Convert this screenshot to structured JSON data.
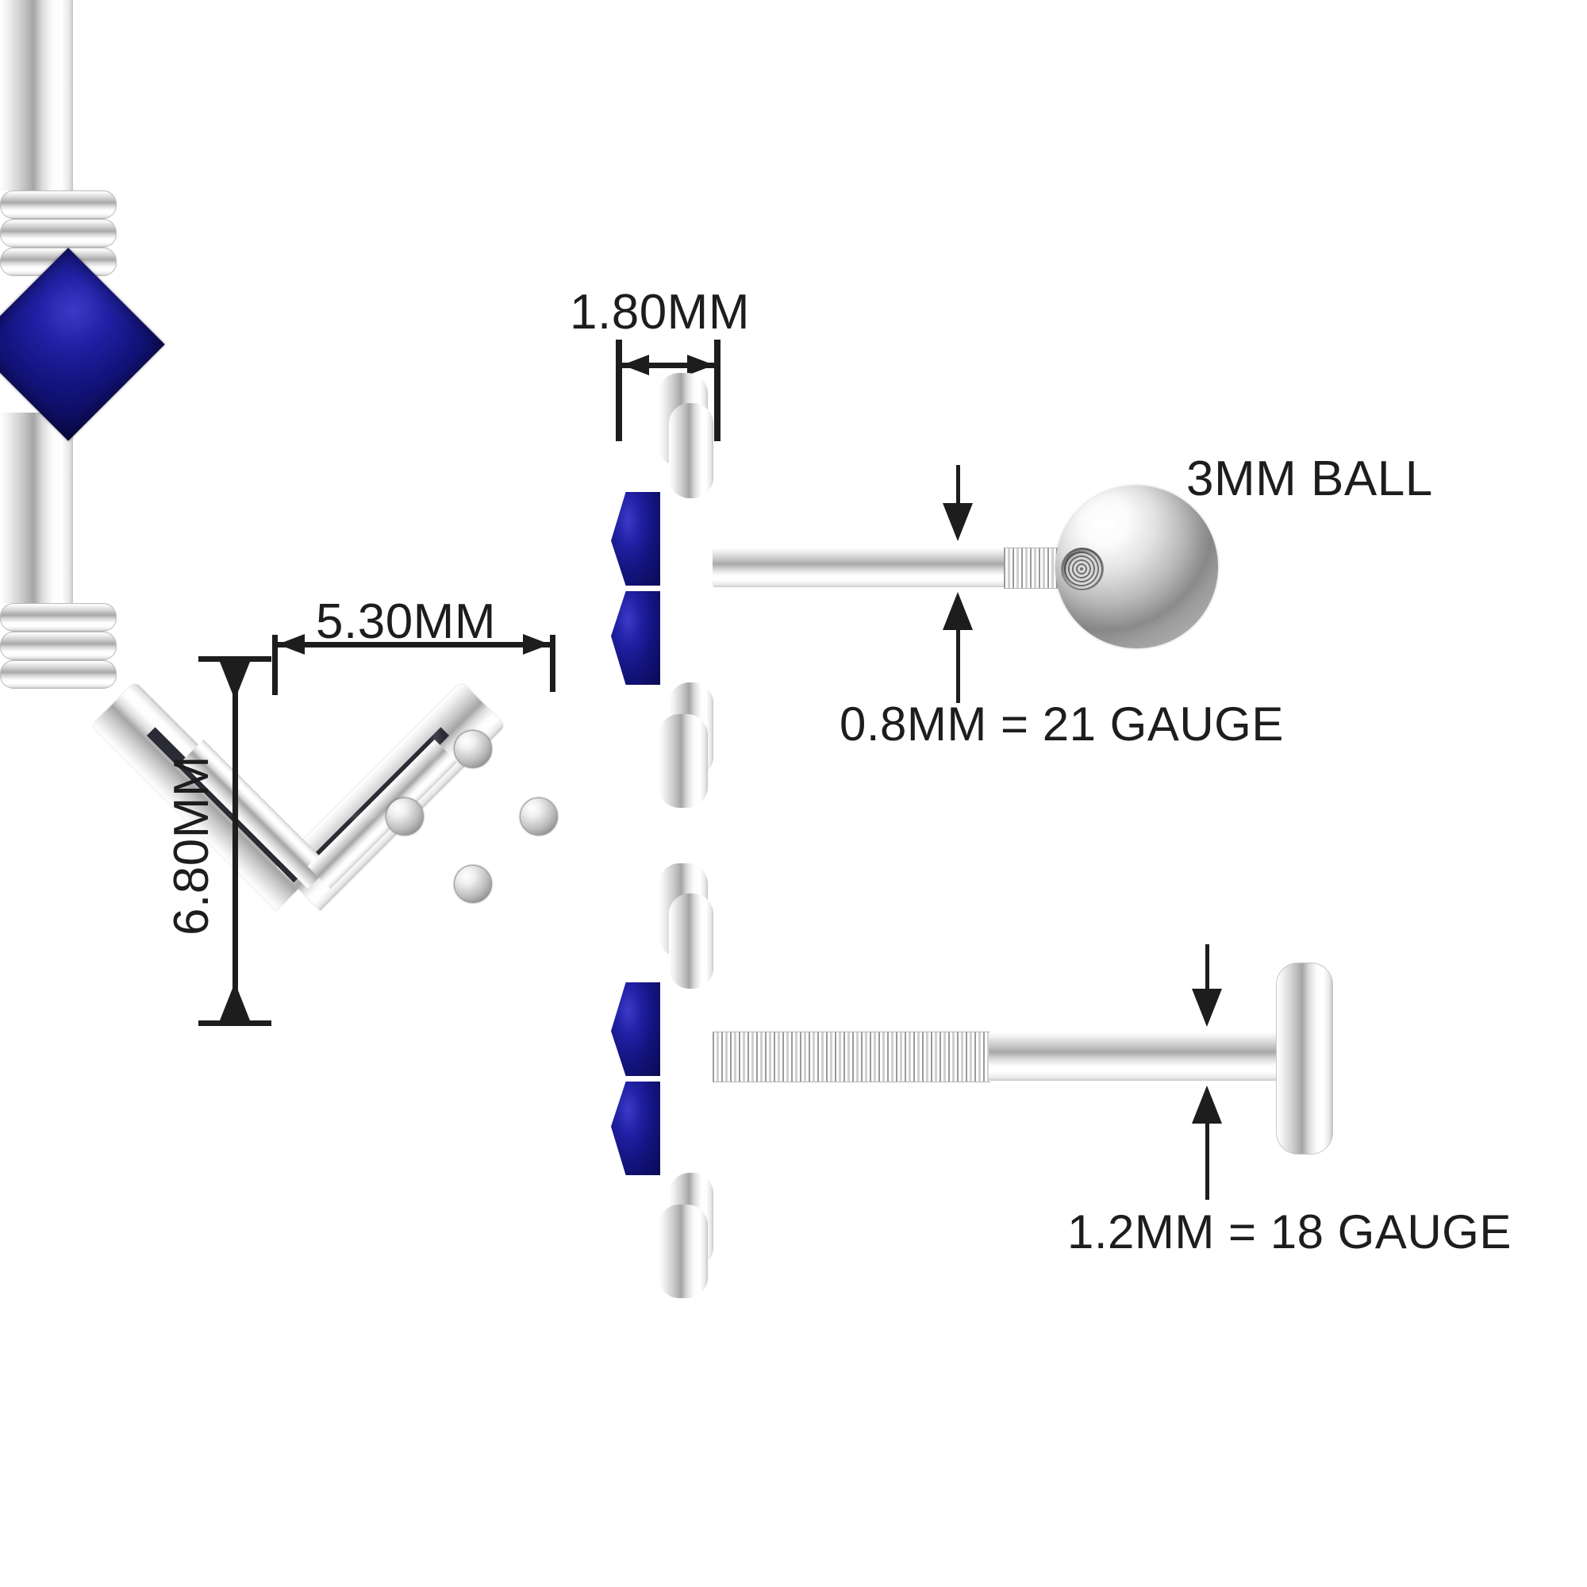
{
  "diagram": {
    "title": "Chevron Princess-Cut Blue Sapphire Stud Earring Specification",
    "background_color": "#ffffff",
    "metal_color": "#c8c8c8",
    "gem_color": "#141480",
    "line_color": "#1d1d1d"
  },
  "labels": {
    "top_width": "1.80MM",
    "ball": "3MM BALL",
    "post_gauge_top": "0.8MM = 21 GAUGE",
    "front_width": "5.30MM",
    "front_height": "6.80MM",
    "post_gauge_bottom": "1.2MM = 18 GAUGE"
  },
  "views": {
    "front": {
      "name": "chevron-front-view",
      "description": "Chevron V-shaped frame with square princess-cut blue sapphire in four prongs",
      "width_label": "5.30MM",
      "height_label": "6.80MM",
      "prong_count": 4
    },
    "side_ball": {
      "name": "side-view-ball-back",
      "description": "Side profile of stud with threaded post and screw-on ball back",
      "thickness_label": "1.80MM",
      "post_label": "0.8MM = 21 GAUGE",
      "back_label": "3MM BALL"
    },
    "side_flatback": {
      "name": "side-view-flat-back",
      "description": "Side profile of labret stud with threaded bar and flat disc back",
      "post_label": "1.2MM = 18 GAUGE"
    }
  },
  "measurements": [
    {
      "id": "m1",
      "value": "1.80MM",
      "axis": "horizontal",
      "target": "stud-thickness"
    },
    {
      "id": "m2",
      "value": "3MM BALL",
      "axis": "callout",
      "target": "ball-back"
    },
    {
      "id": "m3",
      "value": "0.8MM = 21 GAUGE",
      "axis": "vertical",
      "target": "upper-post-diameter"
    },
    {
      "id": "m4",
      "value": "5.30MM",
      "axis": "horizontal",
      "target": "chevron-width"
    },
    {
      "id": "m5",
      "value": "6.80MM",
      "axis": "vertical",
      "target": "chevron-height"
    },
    {
      "id": "m6",
      "value": "1.2MM = 18 GAUGE",
      "axis": "vertical",
      "target": "lower-post-diameter"
    }
  ]
}
